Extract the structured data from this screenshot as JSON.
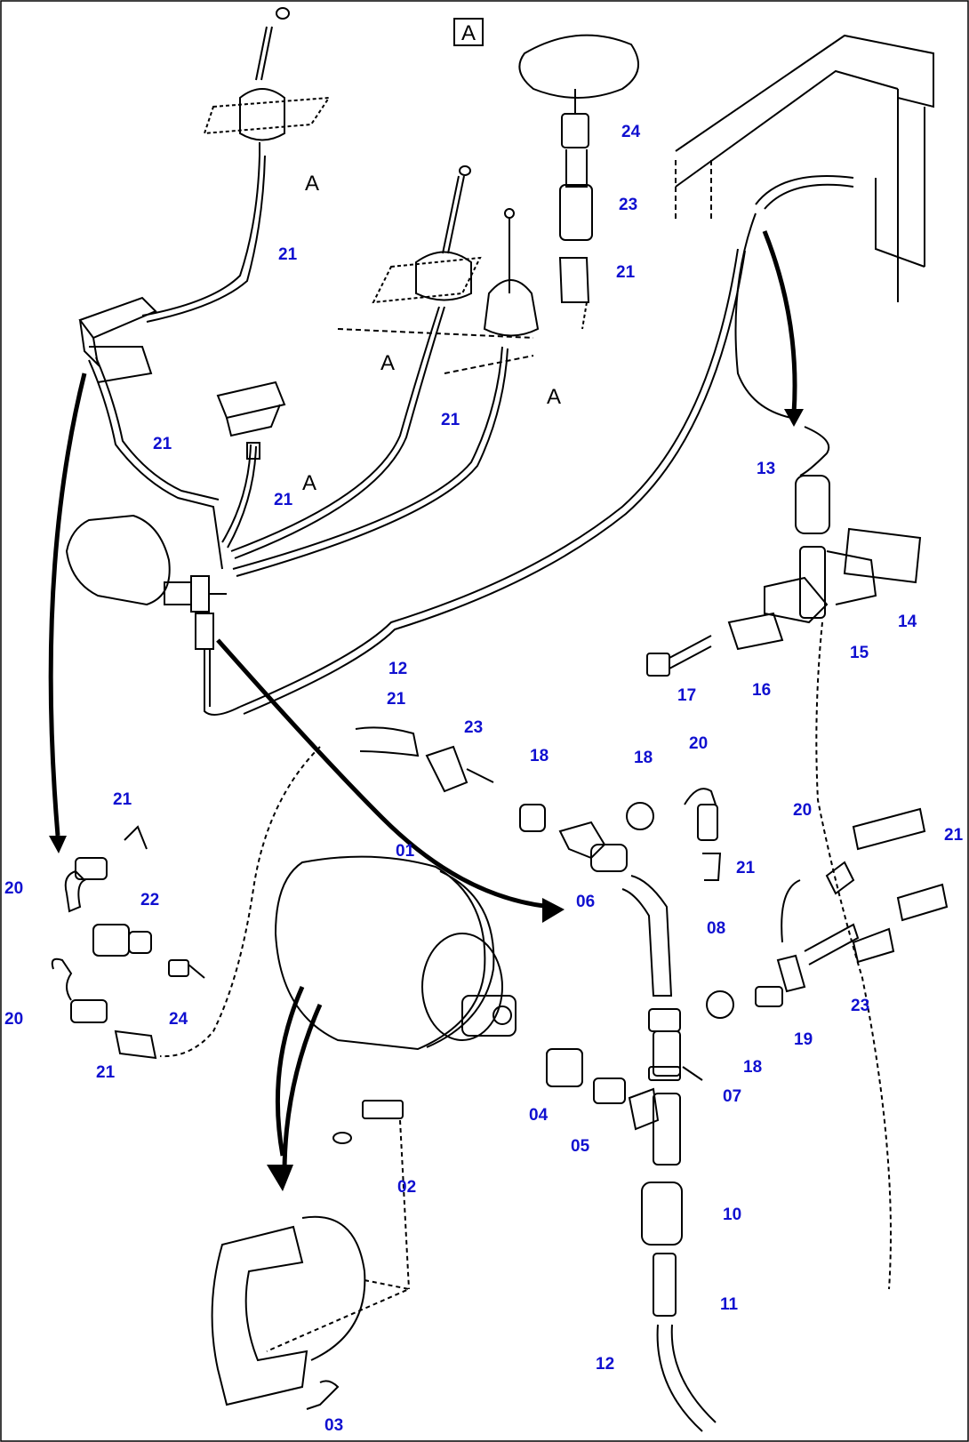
{
  "view_marker": "A",
  "view_arrow_letter": "A",
  "parts": [
    {
      "id": "01"
    },
    {
      "id": "02"
    },
    {
      "id": "03"
    },
    {
      "id": "04"
    },
    {
      "id": "05"
    },
    {
      "id": "06"
    },
    {
      "id": "07"
    },
    {
      "id": "08"
    },
    {
      "id": "10"
    },
    {
      "id": "11"
    },
    {
      "id": "12"
    },
    {
      "id": "13"
    },
    {
      "id": "14"
    },
    {
      "id": "15"
    },
    {
      "id": "16"
    },
    {
      "id": "17"
    },
    {
      "id": "18"
    },
    {
      "id": "19"
    },
    {
      "id": "20"
    },
    {
      "id": "21"
    },
    {
      "id": "22"
    },
    {
      "id": "23"
    },
    {
      "id": "24"
    }
  ],
  "colors": {
    "callout": "#1010d0",
    "line": "#000000"
  }
}
